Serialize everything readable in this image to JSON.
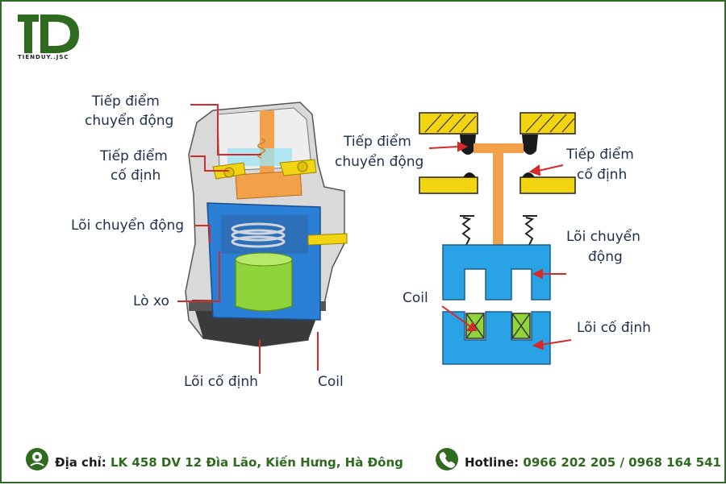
{
  "brand": {
    "logo_text": "TD",
    "company": "TIENDUY..JSC"
  },
  "left_labels": {
    "moving_contact": [
      "Tiếp điểm",
      "chuyển động"
    ],
    "fixed_contact": [
      "Tiếp điểm",
      "cố định"
    ],
    "moving_core": "Lõi chuyển động",
    "spring": "Lò xo",
    "fixed_core": "Lõi cố định",
    "coil": "Coil"
  },
  "right_labels": {
    "moving_contact": [
      "Tiếp điểm",
      "chuyển động"
    ],
    "fixed_contact": [
      "Tiếp điểm",
      "cố định"
    ],
    "moving_core": [
      "Lõi chuyển",
      "động"
    ],
    "coil": "Coil",
    "fixed_core": "Lõi cố định"
  },
  "footer": {
    "address_label": "Địa chỉ:",
    "address_value": "LK 458 DV 12 Đìa Lão, Kiến Hưng, Hà Đông",
    "hotline_label": "Hotline:",
    "hotline_value": "0966 202 205 / 0968 164 541"
  },
  "colors": {
    "brand_green": "#2e6b1f",
    "pointer_red": "#d42a2a",
    "core_blue": "#2196f3",
    "contact_yellow": "#f2d410",
    "arm_orange": "#f3a04a",
    "coil_green": "#8fd43a"
  }
}
